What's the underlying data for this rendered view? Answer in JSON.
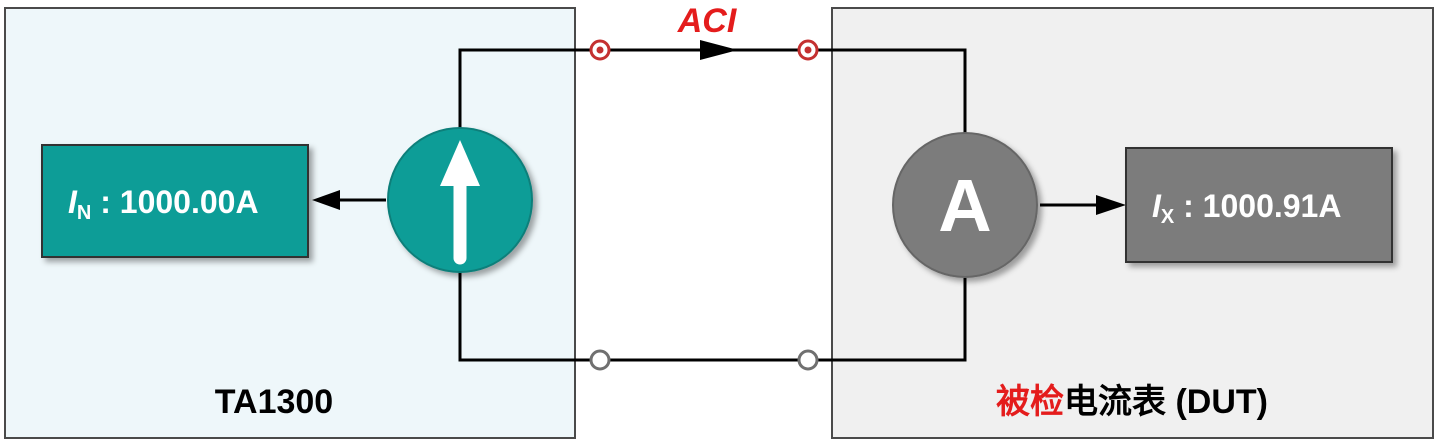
{
  "source_box": {
    "label": "TA1300",
    "readout": {
      "symbol": "I",
      "subscript": "N",
      "separator": " : ",
      "value": "1000.00A"
    }
  },
  "dut_box": {
    "label_red": "被检",
    "label_black": "电流表 (DUT)",
    "meter_symbol": "A",
    "readout": {
      "symbol": "I",
      "subscript": "X",
      "separator": " : ",
      "value": "1000.91A"
    }
  },
  "link": {
    "label": "ACI"
  },
  "colors": {
    "source_fill": "#eef7fa",
    "dut_fill": "#f0f0f0",
    "teal": "#0f9d97",
    "gray_meter": "#7b7b7b",
    "red": "#e41c1c",
    "terminal_red": "#c43030",
    "terminal_gray": "#707070"
  },
  "icons": {
    "source_symbol": "current-source-up-arrow-icon",
    "meter_symbol": "ammeter-icon"
  }
}
